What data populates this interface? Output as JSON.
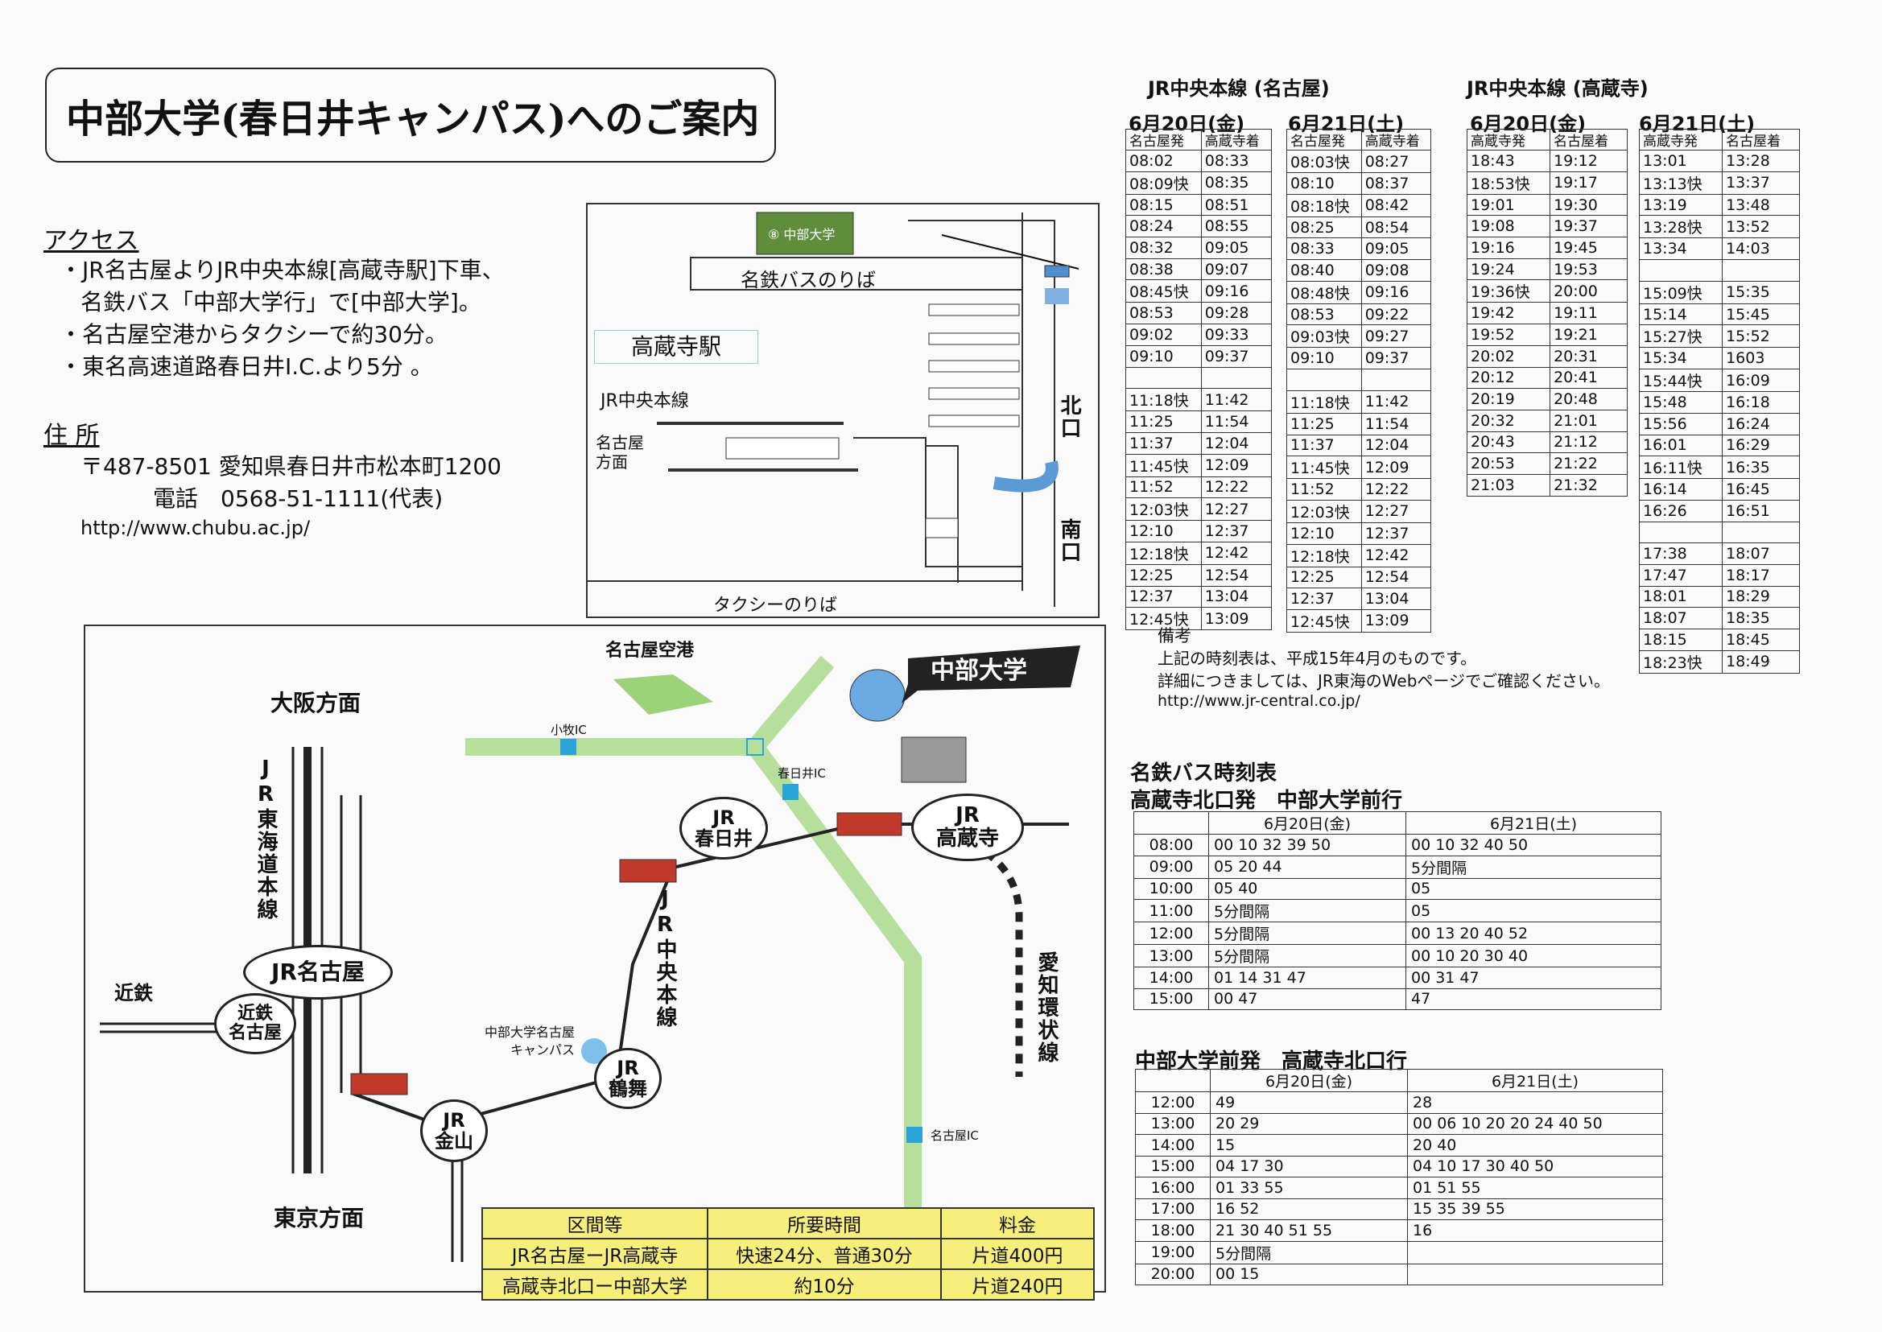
{
  "title": "中部大学(春日井キャンパス)へのご案内",
  "access": {
    "heading": "アクセス",
    "items": [
      "・JR名古屋よりJR中央本線[高蔵寺駅]下車、",
      "名鉄バス「中部大学行」で[中部大学]。",
      "・名古屋空港からタクシーで約30分。",
      "・東名高速道路春日井I.C.より5分 。"
    ]
  },
  "address": {
    "heading": "住 所",
    "postal": "〒487-8501 愛知県春日井市松本町1200",
    "phone": "電話　0568-51-1111(代表)",
    "url": "http://www.chubu.ac.jp/"
  },
  "station_map": {
    "campus": "⑧ 中部大学",
    "bus_stop": "名鉄バスのりば",
    "station": "高蔵寺駅",
    "line": "JR中央本線",
    "direction": "名古屋\n方面",
    "north_exit": "北口",
    "south_exit": "南口",
    "taxi": "タクシーのりば"
  },
  "route_map": {
    "airport": "名古屋空港",
    "osaka": "大阪方面",
    "tokyo": "東京方面",
    "tokaido": "JR東海道本線",
    "chuo": "JR中央本線",
    "aichi_loop": "愛知環状線",
    "kintetsu": "近鉄",
    "komaki_ic": "小牧IC",
    "kasugai_ic": "春日井IC",
    "nagoya_ic": "名古屋IC",
    "chubu_univ": "中部大学",
    "nagoya_campus": "中部大学名古屋\nキャンパス",
    "stations": {
      "nagoya": "JR名古屋",
      "kintetsu_nagoya": "近鉄\n名古屋",
      "kanayama": "JR\n金山",
      "tsurumai": "JR\n鶴舞",
      "kasugai": "JR\n春日井",
      "kozoji": "JR\n高蔵寺"
    }
  },
  "fare_table": {
    "headers": [
      "区間等",
      "所要時間",
      "料金"
    ],
    "rows": [
      [
        "JR名古屋ーJR高蔵寺",
        "快速24分、普通30分",
        "片道400円"
      ],
      [
        "高蔵寺北口ー中部大学",
        "約10分",
        "片道240円"
      ]
    ]
  },
  "jr_nagoya": {
    "title": "JR中央本線 (名古屋)",
    "fri": {
      "date": "6月20日(金)",
      "headers": [
        "名古屋発",
        "高蔵寺着"
      ],
      "rows": [
        [
          "08:02",
          "08:33"
        ],
        [
          "08:09快",
          "08:35"
        ],
        [
          "08:15",
          "08:51"
        ],
        [
          "08:24",
          "08:55"
        ],
        [
          "08:32",
          "09:05"
        ],
        [
          "08:38",
          "09:07"
        ],
        [
          "08:45快",
          "09:16"
        ],
        [
          "08:53",
          "09:28"
        ],
        [
          "09:02",
          "09:33"
        ],
        [
          "09:10",
          "09:37"
        ],
        [
          "",
          ""
        ],
        [
          "11:18快",
          "11:42"
        ],
        [
          "11:25",
          "11:54"
        ],
        [
          "11:37",
          "12:04"
        ],
        [
          "11:45快",
          "12:09"
        ],
        [
          "11:52",
          "12:22"
        ],
        [
          "12:03快",
          "12:27"
        ],
        [
          "12:10",
          "12:37"
        ],
        [
          "12:18快",
          "12:42"
        ],
        [
          "12:25",
          "12:54"
        ],
        [
          "12:37",
          "13:04"
        ],
        [
          "12:45快",
          "13:09"
        ]
      ]
    },
    "sat": {
      "date": "6月21日(土)",
      "headers": [
        "名古屋発",
        "高蔵寺着"
      ],
      "rows": [
        [
          "08:03快",
          "08:27"
        ],
        [
          "08:10",
          "08:37"
        ],
        [
          "08:18快",
          "08:42"
        ],
        [
          "08:25",
          "08:54"
        ],
        [
          "08:33",
          "09:05"
        ],
        [
          "08:40",
          "09:08"
        ],
        [
          "08:48快",
          "09:16"
        ],
        [
          "08:53",
          "09:22"
        ],
        [
          "09:03快",
          "09:27"
        ],
        [
          "09:10",
          "09:37"
        ],
        [
          "",
          ""
        ],
        [
          "11:18快",
          "11:42"
        ],
        [
          "11:25",
          "11:54"
        ],
        [
          "11:37",
          "12:04"
        ],
        [
          "11:45快",
          "12:09"
        ],
        [
          "11:52",
          "12:22"
        ],
        [
          "12:03快",
          "12:27"
        ],
        [
          "12:10",
          "12:37"
        ],
        [
          "12:18快",
          "12:42"
        ],
        [
          "12:25",
          "12:54"
        ],
        [
          "12:37",
          "13:04"
        ],
        [
          "12:45快",
          "13:09"
        ]
      ]
    }
  },
  "jr_kozoji": {
    "title": "JR中央本線 (高蔵寺)",
    "fri": {
      "date": "6月20日(金)",
      "headers": [
        "高蔵寺発",
        "名古屋着"
      ],
      "rows": [
        [
          "18:43",
          "19:12"
        ],
        [
          "18:53快",
          "19:17"
        ],
        [
          "19:01",
          "19:30"
        ],
        [
          "19:08",
          "19:37"
        ],
        [
          "19:16",
          "19:45"
        ],
        [
          "19:24",
          "19:53"
        ],
        [
          "19:36快",
          "20:00"
        ],
        [
          "19:42",
          "19:11"
        ],
        [
          "19:52",
          "19:21"
        ],
        [
          "20:02",
          "20:31"
        ],
        [
          "20:12",
          "20:41"
        ],
        [
          "20:19",
          "20:48"
        ],
        [
          "20:32",
          "21:01"
        ],
        [
          "20:43",
          "21:12"
        ],
        [
          "20:53",
          "21:22"
        ],
        [
          "21:03",
          "21:32"
        ]
      ]
    },
    "sat": {
      "date": "6月21日(土)",
      "headers": [
        "高蔵寺発",
        "名古屋着"
      ],
      "rows": [
        [
          "13:01",
          "13:28"
        ],
        [
          "13:13快",
          "13:37"
        ],
        [
          "13:19",
          "13:48"
        ],
        [
          "13:28快",
          "13:52"
        ],
        [
          "13:34",
          "14:03"
        ],
        [
          "",
          ""
        ],
        [
          "15:09快",
          "15:35"
        ],
        [
          "15:14",
          "15:45"
        ],
        [
          "15:27快",
          "15:52"
        ],
        [
          "15:34",
          "1603"
        ],
        [
          "15:44快",
          "16:09"
        ],
        [
          "15:48",
          "16:18"
        ],
        [
          "15:56",
          "16:24"
        ],
        [
          "16:01",
          "16:29"
        ],
        [
          "16:11快",
          "16:35"
        ],
        [
          "16:14",
          "16:45"
        ],
        [
          "16:26",
          "16:51"
        ],
        [
          "",
          ""
        ],
        [
          "17:38",
          "18:07"
        ],
        [
          "17:47",
          "18:17"
        ],
        [
          "18:01",
          "18:29"
        ],
        [
          "18:07",
          "18:35"
        ],
        [
          "18:15",
          "18:45"
        ],
        [
          "18:23快",
          "18:49"
        ]
      ]
    }
  },
  "notes": {
    "heading": "備考",
    "line1": "上記の時刻表は、平成15年4月のものです。",
    "line2": "詳細につきましては、JR東海のWebページでご確認ください。",
    "url": "http://www.jr-central.co.jp/"
  },
  "bus_title": "名鉄バス時刻表",
  "bus_out": {
    "title": "高蔵寺北口発　中部大学前行",
    "headers": [
      "",
      "6月20日(金)",
      "6月21日(土)"
    ],
    "rows": [
      [
        "08:00",
        "00 10 32 39 50",
        "00 10 32 40 50"
      ],
      [
        "09:00",
        "05 20 44",
        "5分間隔"
      ],
      [
        "10:00",
        "05 40",
        "05"
      ],
      [
        "11:00",
        "5分間隔",
        "05"
      ],
      [
        "12:00",
        "5分間隔",
        "00 13 20 40 52"
      ],
      [
        "13:00",
        "5分間隔",
        "00 10 20 30 40"
      ],
      [
        "14:00",
        "01 14 31 47",
        "00 31 47"
      ],
      [
        "15:00",
        "00 47",
        "47"
      ]
    ]
  },
  "bus_back": {
    "title": "中部大学前発　高蔵寺北口行",
    "headers": [
      "",
      "6月20日(金)",
      "6月21日(土)"
    ],
    "rows": [
      [
        "12:00",
        "49",
        "28"
      ],
      [
        "13:00",
        "20 29",
        "00 06 10 20 20 24 40 50"
      ],
      [
        "14:00",
        "15",
        "20 40"
      ],
      [
        "15:00",
        "04 17 30",
        "04 10 17 30 40 50"
      ],
      [
        "16:00",
        "01 33 55",
        "01 51 55"
      ],
      [
        "17:00",
        "16 52",
        "15 35 39 55"
      ],
      [
        "18:00",
        "21 30 40 51 55",
        "16"
      ],
      [
        "19:00",
        "5分間隔",
        ""
      ],
      [
        "20:00",
        "00 15",
        ""
      ]
    ]
  }
}
